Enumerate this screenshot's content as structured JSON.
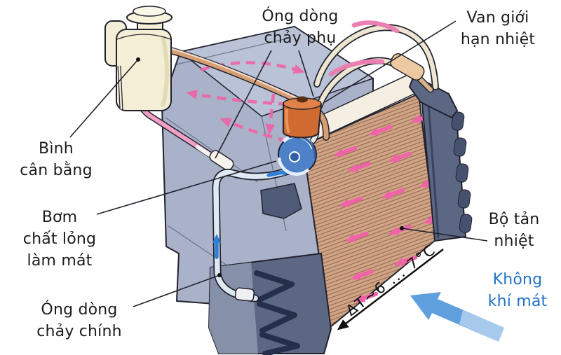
{
  "labels": {
    "aux_pipe": {
      "line1": "Óng dòng",
      "line2": "chảy phụ"
    },
    "thermo_valve": {
      "line1": "Van giới",
      "line2": "hạn nhiệt"
    },
    "expansion_tank": {
      "line1": "Bình",
      "line2": "cân bằng"
    },
    "coolant_pump": {
      "line1": "Bơm",
      "line2": "chất lỏng",
      "line3": "làm mát"
    },
    "main_pipe": {
      "line1": "Óng dòng",
      "line2": "chảy chính"
    },
    "radiator": {
      "line1": "Bộ tản",
      "line2": "nhiệt"
    },
    "cool_air": {
      "line1": "Không",
      "line2": "khí mát"
    }
  },
  "annotations": {
    "delta_t": "ΔT~6 ... 7°C"
  },
  "icons": {
    "cool_air_arrow": "thick-blue-arrow-upper-left",
    "hot_coolant_flow": "pink-dashed-arrows",
    "cold_coolant_flow": "blue-arrows"
  },
  "colors": {
    "engine": "#a9b2c8",
    "engine_top": "#b9c2d6",
    "radiator_core": "#d2a486",
    "fin_line": "#8f6a50",
    "tank_slate": "#5c6784",
    "tank_slate_light": "#8790a9",
    "chevron": "#252f4a",
    "pipe_copper": "#d79e74",
    "pipe_cream": "#efe6d2",
    "hot_pink": "#ef63a8",
    "cold_blue": "#2f7fd6",
    "main_pipe_fill": "#dfe9f4",
    "expansion_ivory": "#f4eed6",
    "valve_orange": "#cf6a30",
    "air_arrow": "#5f9fdd",
    "air_text": "#2173c8",
    "label_text": "#1c1c1c",
    "outline": "#22222e"
  }
}
